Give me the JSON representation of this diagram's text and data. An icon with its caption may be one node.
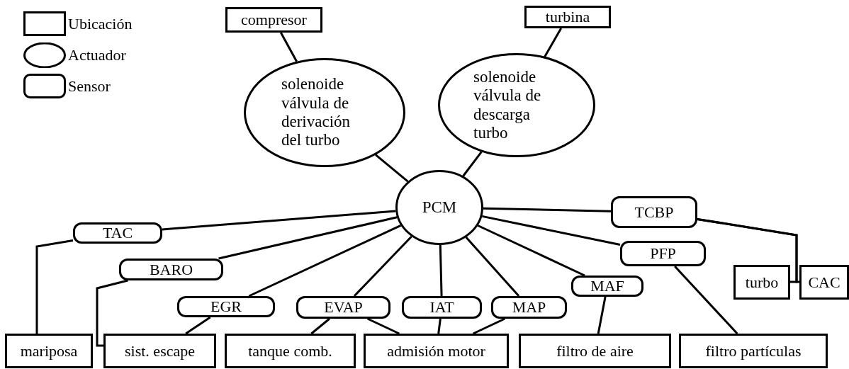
{
  "diagram": {
    "nodes": [
      {
        "text": [
          "compresor"
        ]
      },
      {
        "text": [
          "turbina"
        ]
      },
      {
        "text": [
          "solenoide válvula de derivación del turbo"
        ]
      },
      {
        "text": [
          "solenoide válvula de descarga turbo"
        ]
      },
      {
        "text": [
          "PCM"
        ]
      },
      {
        "text": [
          "TAC"
        ]
      },
      {
        "text": [
          "BARO"
        ]
      },
      {
        "text": [
          "TCBP"
        ]
      },
      {
        "text": [
          "PFP"
        ]
      },
      {
        "text": [
          "EGR"
        ]
      },
      {
        "text": [
          "EVAP"
        ]
      },
      {
        "text": [
          "IAT"
        ]
      },
      {
        "text": [
          "MAP"
        ]
      },
      {
        "text": [
          "MAF"
        ]
      },
      {
        "text": [
          "turbo"
        ]
      },
      {
        "text": [
          "CAC"
        ]
      },
      {
        "text": [
          "mariposa"
        ]
      },
      {
        "text": [
          "sist. escape"
        ]
      },
      {
        "text": [
          "tanque comb."
        ]
      },
      {
        "text": [
          "admisión motor"
        ]
      },
      {
        "text": [
          "filtro de aire"
        ]
      },
      {
        "text": [
          "filtro partículas"
        ]
      }
    ],
    "edges": [
      {
        "from": 0,
        "to": 2,
        "arrow": "none"
      },
      {
        "from": 1,
        "to": 3,
        "arrow": "none"
      },
      {
        "from": 2,
        "to": 4,
        "arrow": "none"
      },
      {
        "from": 3,
        "to": 4,
        "arrow": "none"
      },
      {
        "from": 4,
        "to": 5,
        "arrow": "none"
      },
      {
        "from": 4,
        "to": 6,
        "arrow": "none"
      },
      {
        "from": 4,
        "to": 7,
        "arrow": "none"
      },
      {
        "from": 4,
        "to": 8,
        "arrow": "none"
      },
      {
        "from": 4,
        "to": 9,
        "arrow": "none"
      },
      {
        "from": 4,
        "to": 10,
        "arrow": "none"
      },
      {
        "from": 4,
        "to": 11,
        "arrow": "none"
      },
      {
        "from": 4,
        "to": 12,
        "arrow": "none"
      },
      {
        "from": 4,
        "to": 13,
        "arrow": "none"
      },
      {
        "from": 5,
        "to": 16,
        "arrow": "none"
      },
      {
        "from": 6,
        "to": 17,
        "arrow": "none"
      },
      {
        "from": 9,
        "to": 17,
        "arrow": "none"
      },
      {
        "from": 10,
        "to": 18,
        "arrow": "none"
      },
      {
        "from": 10,
        "to": 19,
        "arrow": "none"
      },
      {
        "from": 11,
        "to": 19,
        "arrow": "none"
      },
      {
        "from": 12,
        "to": 19,
        "arrow": "none"
      },
      {
        "from": 13,
        "to": 20,
        "arrow": "none"
      },
      {
        "from": 8,
        "to": 21,
        "arrow": "none"
      },
      {
        "from": 7,
        "to": 14,
        "arrow": "none"
      },
      {
        "from": 7,
        "to": 15,
        "arrow": "none"
      }
    ],
    "legend": [
      {
        "text": "Ubicación"
      },
      {
        "text": "Actuador"
      },
      {
        "text": "Sensor"
      }
    ]
  }
}
